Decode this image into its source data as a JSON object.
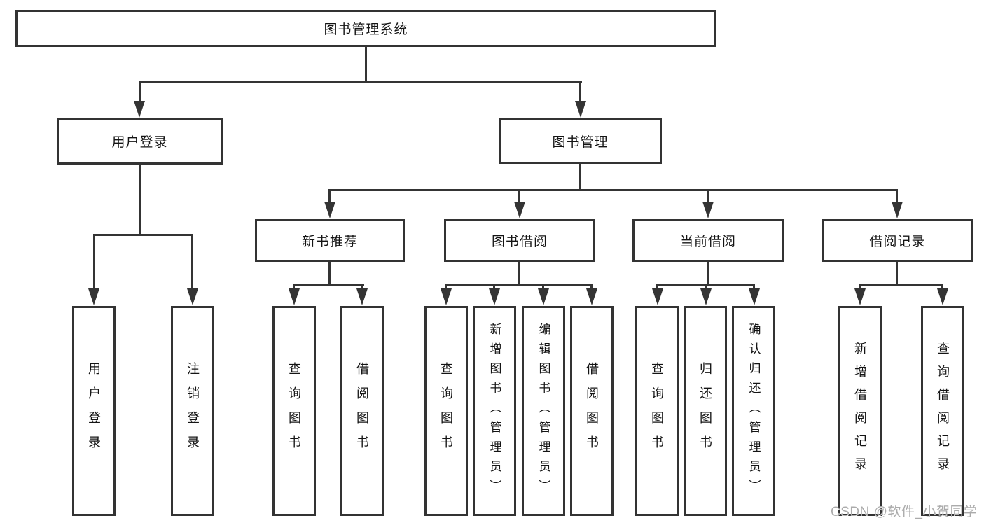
{
  "diagram_type": "hierarchy-tree",
  "colors": {
    "background": "#ffffff",
    "box_border": "#333333",
    "line": "#343434",
    "text": "#141414",
    "watermark": "#ababab"
  },
  "nodes": {
    "root": "图书管理系统",
    "user_login": "用户登录",
    "book_mgmt": "图书管理",
    "new_book_rec": "新书推荐",
    "book_borrow": "图书借阅",
    "current_borrow": "当前借阅",
    "borrow_records": "借阅记录",
    "leaf_user_login": "用户登录",
    "leaf_logout": "注销登录",
    "leaf_nbr_query": "查询图书",
    "leaf_nbr_borrow": "借阅图书",
    "leaf_bb_query": "查询图书",
    "leaf_bb_add": "新增图书（管理员）",
    "leaf_bb_edit": "编辑图书（管理员）",
    "leaf_bb_borrow": "借阅图书",
    "leaf_cb_query": "查询图书",
    "leaf_cb_return": "归还图书",
    "leaf_cb_confirm": "确认归还（管理员）",
    "leaf_br_add": "新增借阅记录",
    "leaf_br_query": "查询借阅记录"
  },
  "watermark": "CSDN @软件_小贺同学"
}
